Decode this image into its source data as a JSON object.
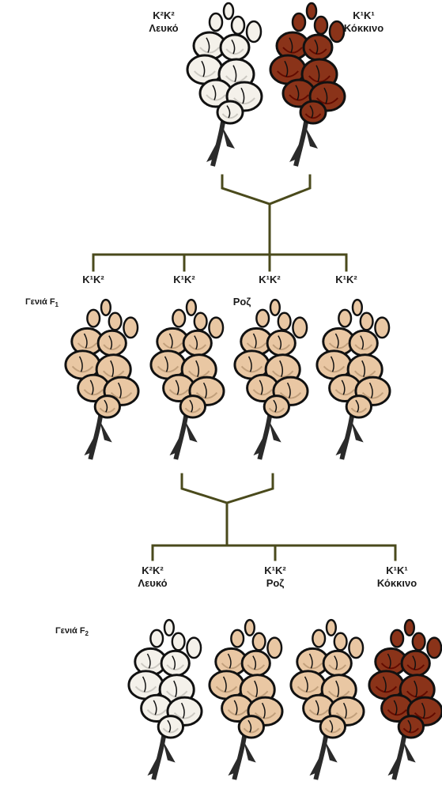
{
  "colors": {
    "white_flower": "#f4f1ea",
    "pink_flower": "#e9c7a3",
    "red_flower": "#8a3319",
    "outline": "#111111",
    "stem": "#2a2a2a",
    "line": "#4a4a1c"
  },
  "parents": [
    {
      "genotype": "K²K²",
      "phenotype": "Λευκό",
      "color_key": "white_flower"
    },
    {
      "genotype": "K¹K¹",
      "phenotype": "Κόκκινο",
      "color_key": "red_flower"
    }
  ],
  "f1": {
    "generation_label": "Γενιά F",
    "generation_sub": "1",
    "phenotype": "Ροζ",
    "genotypes": [
      "K¹K²",
      "K¹K²",
      "K¹K²",
      "K¹K²"
    ],
    "flower_colors": [
      "pink_flower",
      "pink_flower",
      "pink_flower",
      "pink_flower"
    ]
  },
  "f2": {
    "generation_label": "Γενιά F",
    "generation_sub": "2",
    "offspring": [
      {
        "genotype": "K²K²",
        "phenotype": "Λευκό"
      },
      {
        "genotype": "K¹K²",
        "phenotype": "Ροζ"
      },
      {
        "genotype": "K¹K¹",
        "phenotype": "Κόκκινο"
      }
    ],
    "flower_colors": [
      "white_flower",
      "pink_flower",
      "pink_flower",
      "red_flower"
    ]
  }
}
